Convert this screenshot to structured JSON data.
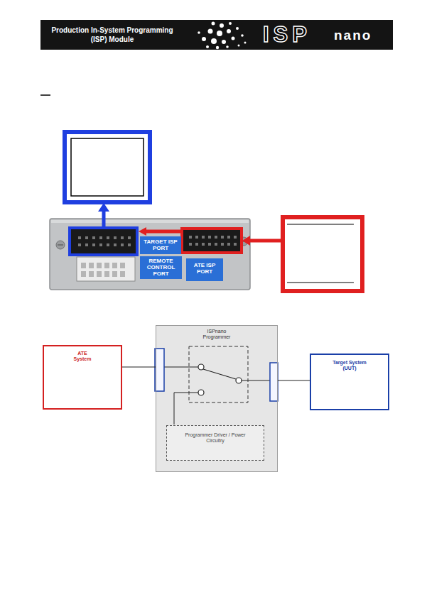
{
  "diagram": {
    "nodes": [
      {
        "text": [
          "ISPnano Programmer"
        ]
      },
      {
        "text": [
          "ATE System"
        ]
      },
      {
        "text": [
          "Target System (UUT)"
        ]
      },
      {
        "text": [
          "Programmer Driver / Power Circuitry"
        ],
        "in": 0
      }
    ],
    "edges": [
      {
        "from": 1,
        "to": 0,
        "arrow": "none"
      },
      {
        "from": 0,
        "to": 2,
        "arrow": "none"
      }
    ],
    "labels": [
      "Production In-System Programming (ISP) Module",
      "ISP",
      "nano",
      "TARGET ISP PORT",
      "REMOTE CONTROL PORT",
      "ATE ISP PORT"
    ]
  }
}
